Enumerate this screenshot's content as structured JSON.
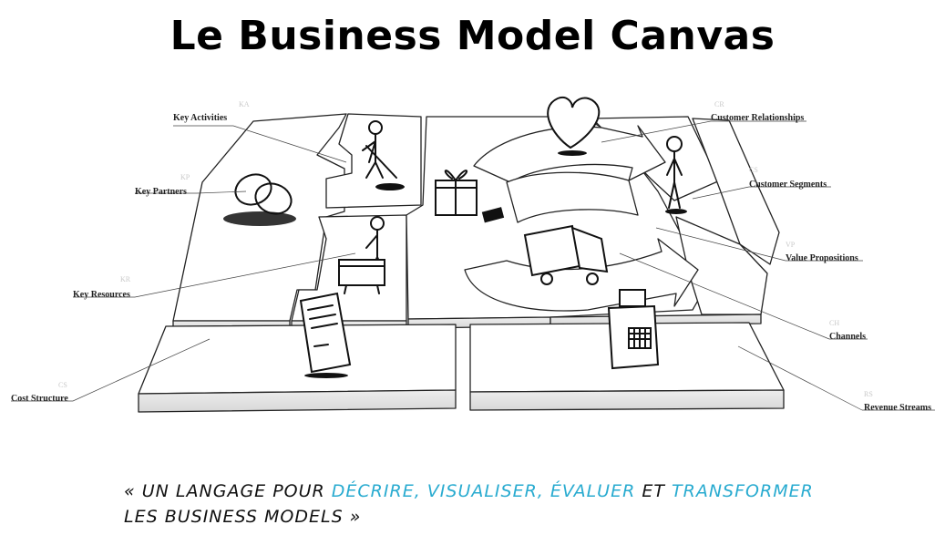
{
  "title": "Le Business Model Canvas",
  "blocks": {
    "key_activities": {
      "label": "Key Activities",
      "abbr": "KA"
    },
    "key_partners": {
      "label": "Key Partners",
      "abbr": "KP"
    },
    "key_resources": {
      "label": "Key Resources",
      "abbr": "KR"
    },
    "cost_structure": {
      "label": "Cost Structure",
      "abbr": "CS"
    },
    "customer_relationships": {
      "label": "Customer Relationships",
      "abbr": "CR"
    },
    "customer_segments": {
      "label": "Customer Segments",
      "abbr": "CS"
    },
    "value_propositions": {
      "label": "Value Propositions",
      "abbr": "VP"
    },
    "channels": {
      "label": "Channels",
      "abbr": "CH"
    },
    "revenue_streams": {
      "label": "Revenue Streams",
      "abbr": "RS"
    }
  },
  "quote": {
    "open": "« un langage pour",
    "w1": "décrire,",
    "w2": "visualiser,",
    "w3": "évaluer",
    "and": "et",
    "w4": "transformer",
    "tail": "les business models »"
  },
  "colors": {
    "highlight": "#29abd0",
    "ink": "#111111",
    "block_top": "#ffffff",
    "block_side": "#e6e6e6"
  },
  "icons": [
    "rings-icon",
    "digging-person-icon",
    "person-with-crate-icon",
    "heart-icon",
    "gift-icon",
    "truck-icon",
    "person-icon",
    "cash-register-icon",
    "invoice-icon"
  ]
}
